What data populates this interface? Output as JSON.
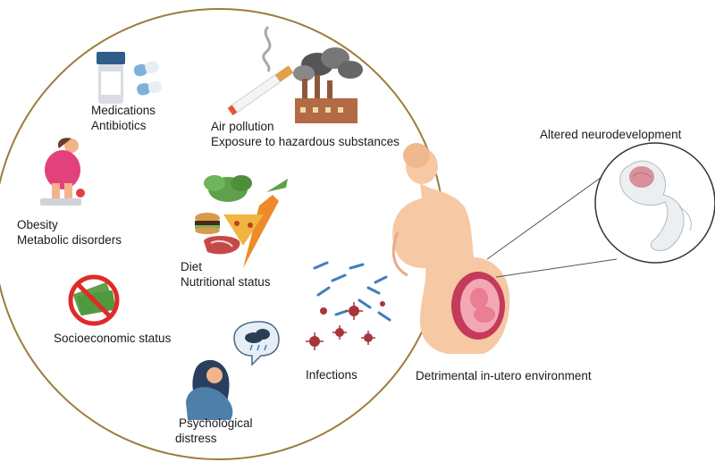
{
  "factors": {
    "medications": {
      "line1": "Medications",
      "line2": "Antibiotics",
      "icon": "pill-bottle-icon"
    },
    "air_pollution": {
      "line1": "Air pollution",
      "line2": "Exposure to hazardous substances",
      "icon": "cigarette-factory-icon"
    },
    "obesity": {
      "line1": "Obesity",
      "line2": "Metabolic disorders",
      "icon": "person-on-scale-icon"
    },
    "diet": {
      "line1": "Diet",
      "line2": "Nutritional status",
      "icon": "food-icon"
    },
    "socioeconomic": {
      "line1": "Socioeconomic status",
      "icon": "no-money-icon"
    },
    "infections": {
      "line1": "Infections",
      "icon": "microbes-icon"
    },
    "psychological": {
      "line1": "Psychological",
      "line2": "distress",
      "icon": "distressed-person-icon"
    }
  },
  "outcome": {
    "environment_label": "Detrimental in-utero environment",
    "neuro_label": "Altered neurodevelopment"
  },
  "colors": {
    "ring": "#9c7c3a",
    "skin": "#f6c8a4",
    "skin_dark": "#eaa989",
    "virus": "#a8353c",
    "bacteria": "#3f7fbf"
  }
}
